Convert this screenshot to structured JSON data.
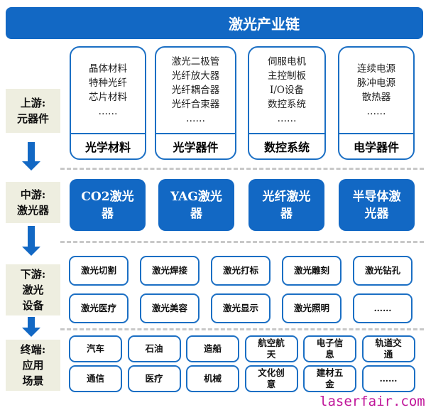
{
  "title": "激光产业链",
  "stages": {
    "upstream": "上游:\n元器件",
    "midstream": "中游:\n激光器",
    "downstream": "下游:\n激光\n设备",
    "terminal": "终端:\n应用\n场景"
  },
  "upstream": [
    {
      "items": [
        "晶体材料",
        "特种光纤",
        "芯片材料",
        "……"
      ],
      "label": "光学材料"
    },
    {
      "items": [
        "激光二极管",
        "光纤放大器",
        "光纤耦合器",
        "光纤合束器",
        "……"
      ],
      "label": "光学器件"
    },
    {
      "items": [
        "伺服电机",
        "主控制板",
        "I/O设备",
        "数控系统",
        "……"
      ],
      "label": "数控系统"
    },
    {
      "items": [
        "连续电源",
        "脉冲电源",
        "散热器",
        "……"
      ],
      "label": "电学器件"
    }
  ],
  "midstream": [
    "CO2激光器",
    "YAG激光器",
    "光纤激光器",
    "半导体激光器"
  ],
  "downstream": [
    "激光切割",
    "激光焊接",
    "激光打标",
    "激光雕刻",
    "激光钻孔",
    "激光医疗",
    "激光美容",
    "激光显示",
    "激光照明",
    "……"
  ],
  "terminal": [
    "汽车",
    "石油",
    "造船",
    "航空航天",
    "电子信息",
    "轨道交通",
    "通信",
    "医疗",
    "机械",
    "文化创意",
    "建材五金",
    "……"
  ],
  "watermark": "laserfair.com"
}
